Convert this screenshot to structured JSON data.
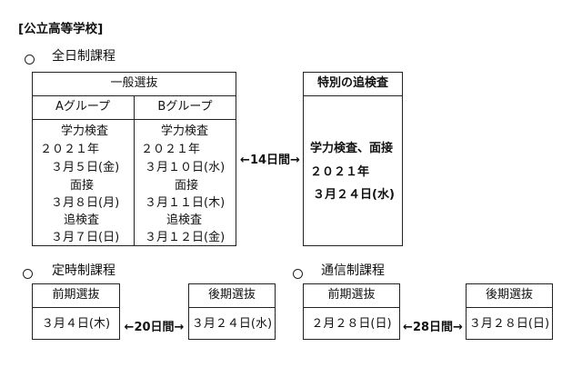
{
  "heading": "[公立高等学校]",
  "zennichi": {
    "title": "全日制課程",
    "general_header": "一般選抜",
    "group_a": {
      "label": "Aグループ",
      "lines": [
        "学力検査",
        "２０２１年",
        "３月５日(金)",
        "面接",
        "３月８日(月)",
        "追検査",
        "３月７日(日)"
      ]
    },
    "group_b": {
      "label": "Bグループ",
      "lines": [
        "学力検査",
        "２０２１年",
        "３月１０日(水)",
        "面接",
        "３月１１日(木)",
        "追検査",
        "３月１２日(金)"
      ]
    },
    "gap": "←14日間→",
    "special": {
      "header": "特別の追検査",
      "lines": [
        "学力検査、面接",
        "２０２１年",
        "３月２４日(水)"
      ]
    }
  },
  "teiji": {
    "title": "定時制課程",
    "first": {
      "header": "前期選抜",
      "date": "３月４日(木)"
    },
    "gap": "←20日間→",
    "second": {
      "header": "後期選抜",
      "date": "３月２４日(水)"
    }
  },
  "tsushin": {
    "title": "通信制課程",
    "first": {
      "header": "前期選抜",
      "date": "２月２８日(日)"
    },
    "gap": "←28日間→",
    "second": {
      "header": "後期選抜",
      "date": "３月２８日(日)"
    }
  }
}
